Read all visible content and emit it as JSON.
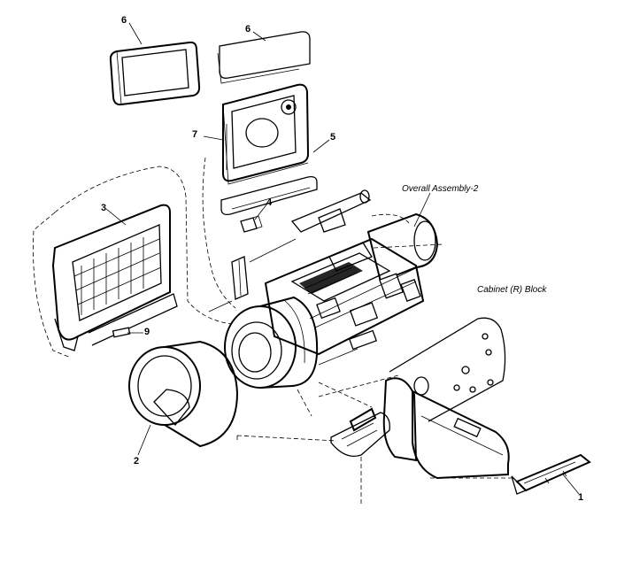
{
  "diagram": {
    "callouts": {
      "c1": "1",
      "c2": "2",
      "c3": "3",
      "c4": "4",
      "c5": "5",
      "c6a": "6",
      "c6b": "6",
      "c7": "7",
      "c9": "9"
    },
    "captions": {
      "overall": "Overall Assembly-2",
      "cabinet": "Cabinet (R) Block"
    }
  }
}
